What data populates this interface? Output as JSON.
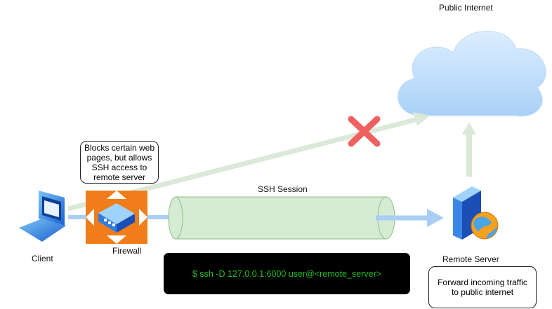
{
  "labels": {
    "public_internet": "Public Internet",
    "client": "Client",
    "firewall": "Firewall",
    "ssh_session": "SSH Session",
    "remote_server": "Remote Server"
  },
  "callouts": {
    "firewall_note": "Blocks certain web pages, but allows SSH access to remote server",
    "server_note": "Forward incoming traffic to public internet"
  },
  "terminal": {
    "command": "$ ssh -D 127.0.0.1:6000 user@<remote_server>"
  },
  "colors": {
    "tunnel": "#d5ebd3",
    "link": "#a9cdf5",
    "blocked_path": "#dbe9d8",
    "blocked_x": "#f06060",
    "firewall": "#f07d1a",
    "terminal_text": "#1fbf1f"
  }
}
